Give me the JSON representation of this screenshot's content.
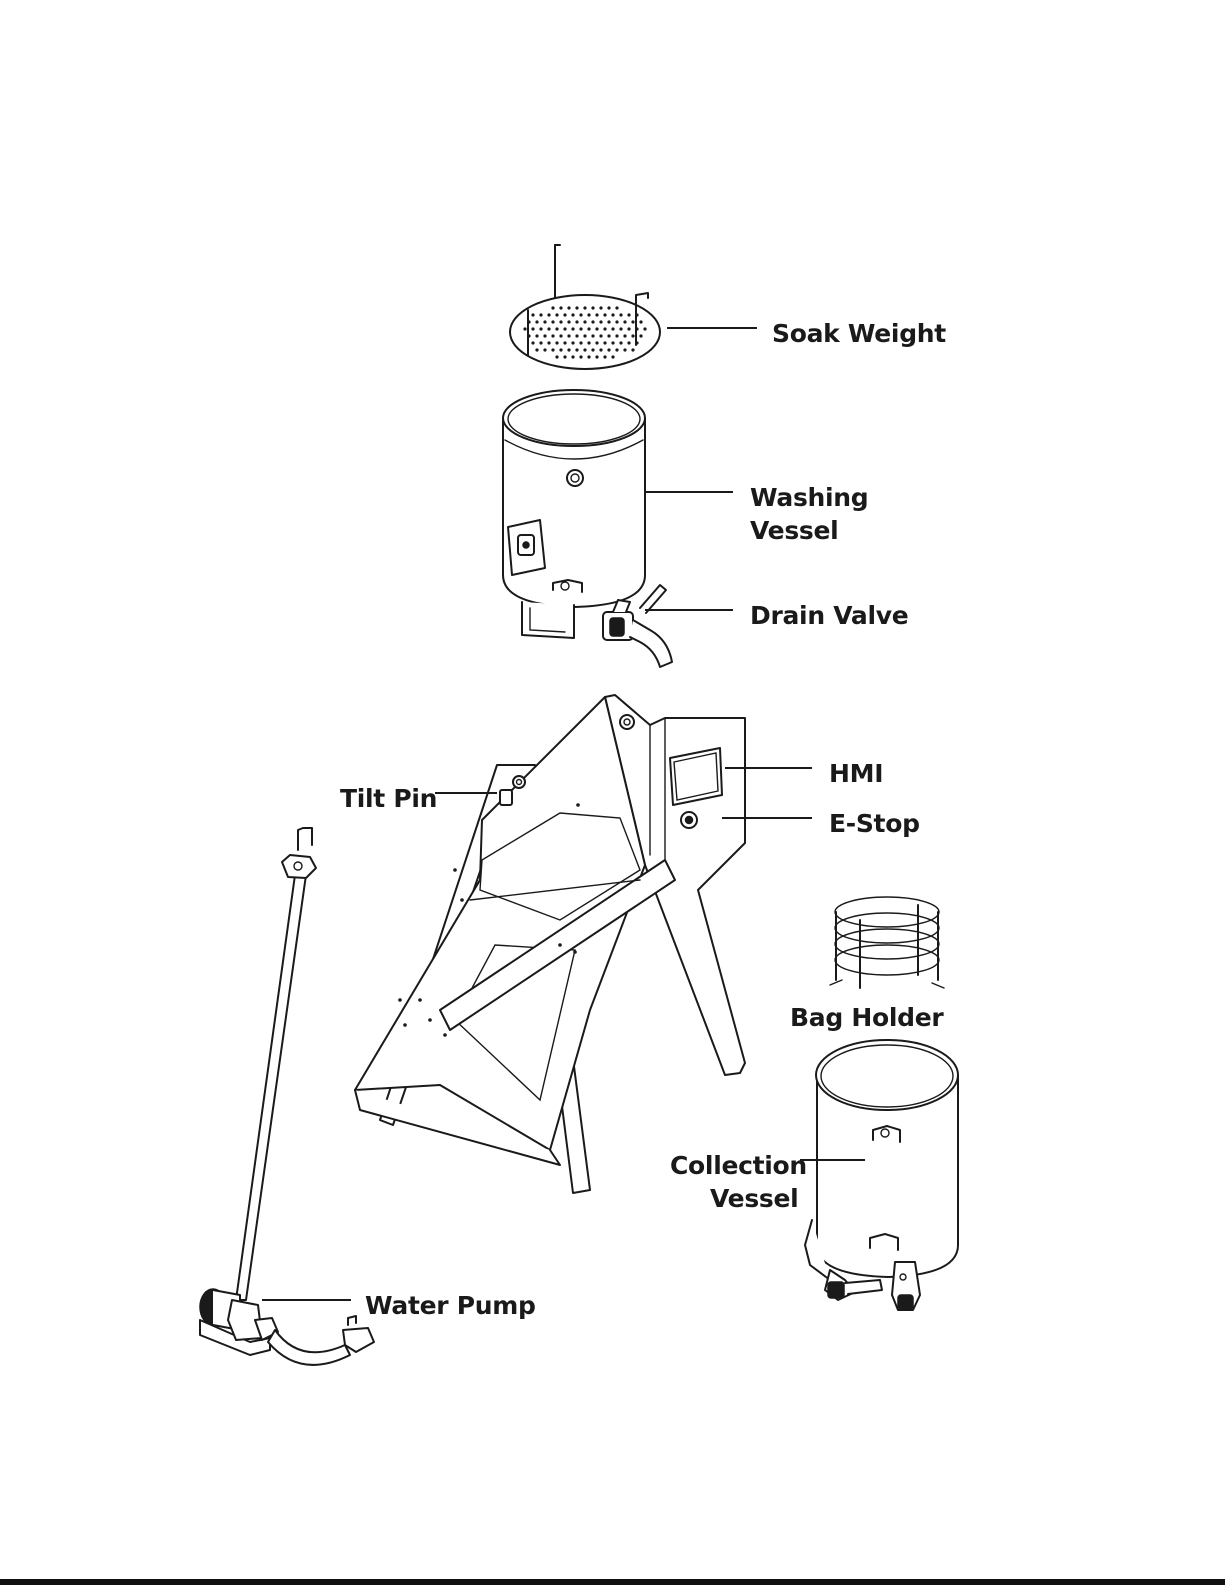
{
  "labels": {
    "soak_weight": "Soak Weight",
    "washing_vessel_1": "Washing",
    "washing_vessel_2": "Vessel",
    "drain_valve": "Drain Valve",
    "hmi": "HMI",
    "e_stop": "E-Stop",
    "tilt_pin": "Tilt Pin",
    "bag_holder": "Bag Holder",
    "collection_vessel_1": "Collection",
    "collection_vessel_2": "Vessel",
    "water_pump": "Water Pump"
  },
  "colors": {
    "ink": "#1a1a1a",
    "background": "#ffffff"
  }
}
